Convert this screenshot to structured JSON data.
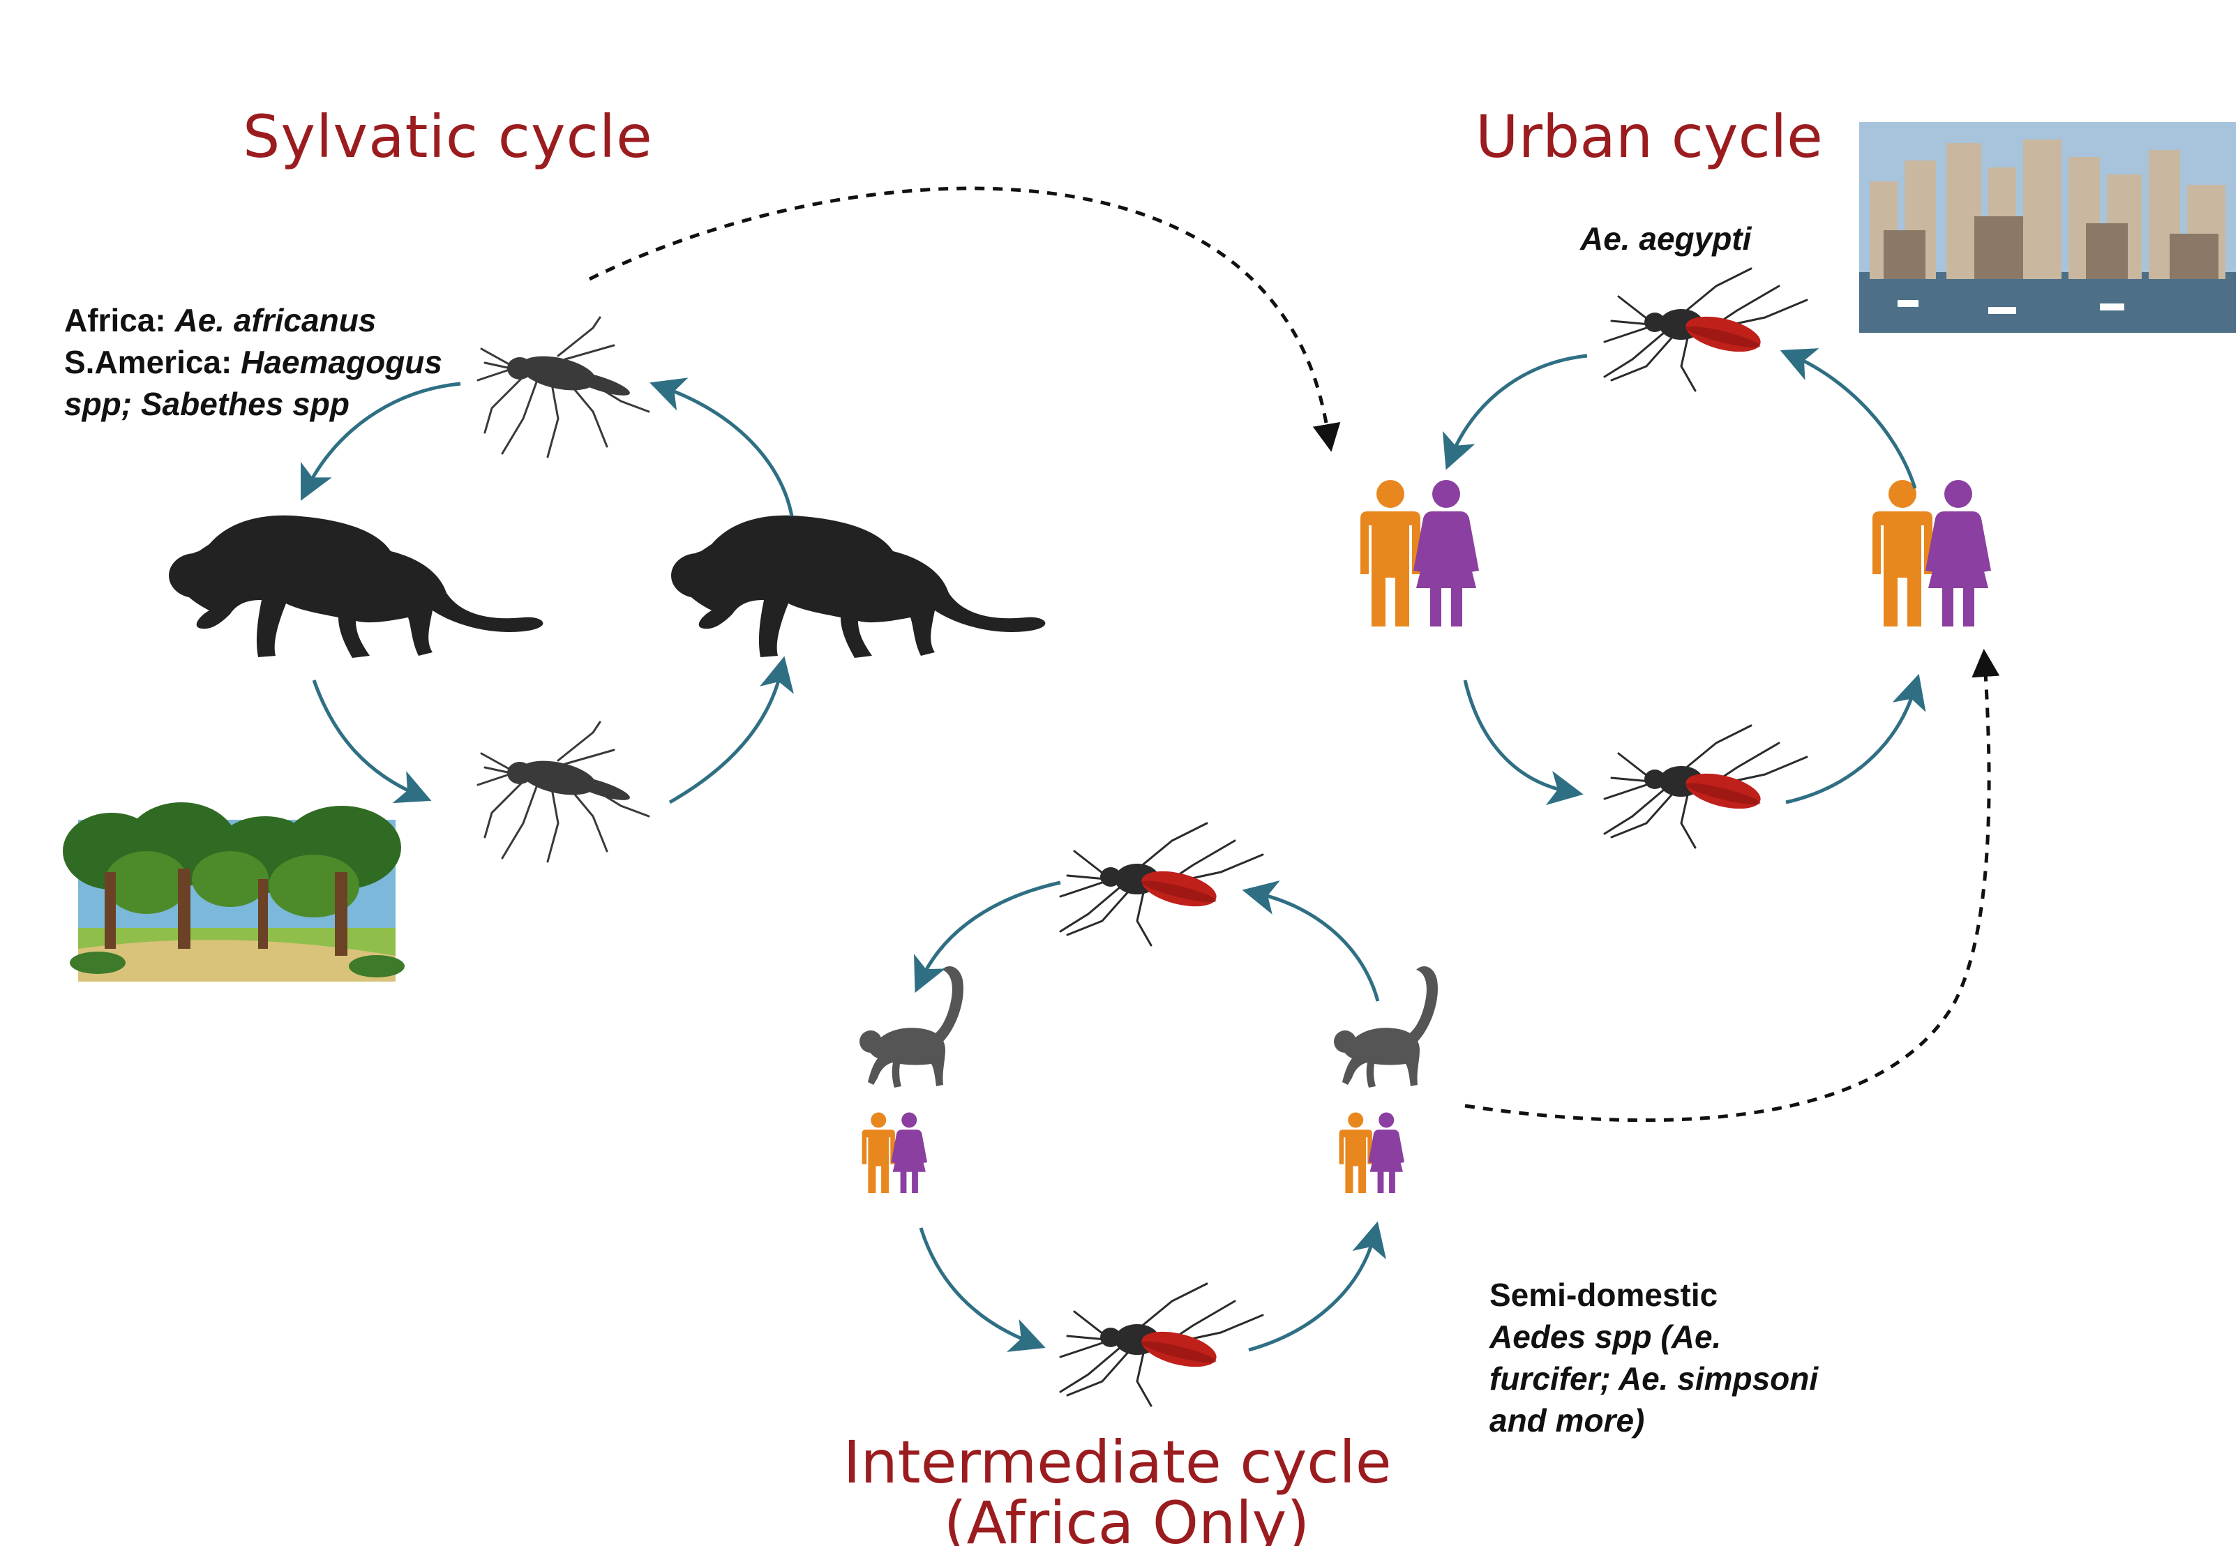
{
  "titles": {
    "sylvatic": "Sylvatic cycle",
    "urban": "Urban cycle",
    "intermediate_line1": "Intermediate cycle",
    "intermediate_line2": "(Africa Only)"
  },
  "sylvatic_vectors": {
    "africa_prefix": "Africa: ",
    "africa_species": "Ae. africanus",
    "sa_prefix": "S.America: ",
    "sa_species_line1": "Haemagogus",
    "sa_species_line2": "spp; Sabethes spp"
  },
  "urban_vector": "Ae. aegypti",
  "intermediate_vectors": {
    "line1": "Semi-domestic",
    "line2": "Aedes spp (Ae.",
    "line3": "furcifer; Ae. simpsoni",
    "line4": "and more)"
  },
  "colors": {
    "title": "#9b1c1f",
    "arrow": "#2f6f84",
    "male": "#e8871e",
    "female": "#8b3fa0",
    "mosquito_gray": "#3a3a3a",
    "mosquito_red": "#c0201a"
  },
  "icons": [
    "mosquito-icon",
    "primate-icon",
    "monkey-icon",
    "human-male-icon",
    "human-female-icon",
    "forest-image",
    "city-image"
  ]
}
